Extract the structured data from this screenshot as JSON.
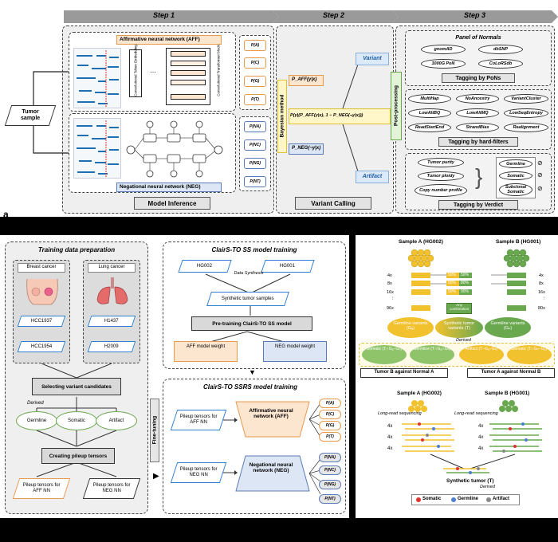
{
  "panel_a": {
    "label": "a",
    "step1": "Step 1",
    "step2": "Step 2",
    "step3": "Step 3",
    "tumor_sample": "Tumor sample",
    "aff_title": "Affirmative neural network (AFF)",
    "neg_title": "Negational neural network (NEG)",
    "model_inference": "Model Inference",
    "conv_embed": "Convolutional Token Embedding",
    "conv_block": "Convolutional Transformer block",
    "aff_outputs": [
      "P(A)",
      "P(C)",
      "P(G)",
      "P(T)"
    ],
    "neg_outputs": [
      "P(NA)",
      "P(NC)",
      "P(NG)",
      "P(NT)"
    ],
    "bayesian": "Bayesian method",
    "p_aff": "P_AFF(y|x)",
    "p_neg": "P_NEG(¬y|x)",
    "formula": "P(y|(P_AFF(y|x), 1 − P_NEG(¬y|x)))",
    "variant": "Variant",
    "artifact": "Artifact",
    "variant_calling": "Variant Calling",
    "panel_of_normals": "Panel of Normals",
    "pon_items": [
      "gnomAD",
      "dbSNP",
      "1000G PoN",
      "CoLoRSdb"
    ],
    "tagging_pons": "Tagging by PoNs",
    "post_processing": "Post-processing",
    "hard_filters": [
      "MultiHap",
      "NoAncestry",
      "VariantCluster",
      "LowAltBQ",
      "LowAltMQ",
      "LowSeqEntropy",
      "ReadStartEnd",
      "StrandBias",
      "Realignment"
    ],
    "tagging_hard": "Tagging by hard-filters",
    "verdict_inputs": [
      "Tumor purity",
      "Tumor ploidy",
      "Copy number profile"
    ],
    "verdict_outputs": [
      "Germline",
      "Somatic",
      "Subclonal Somatic"
    ],
    "tagging_verdict": "Tagging by Verdict"
  },
  "panel_b": {
    "training_title": "Training data preparation",
    "breast": "Breast cancer",
    "lung": "Lung cancer",
    "breast_lines": [
      "HCC1937",
      "HCC1954"
    ],
    "lung_lines": [
      "H1437",
      "H2009"
    ],
    "selecting": "Selecting variant candidates",
    "derived": "Derived",
    "classes": [
      "Germline",
      "Somatic",
      "Artifact"
    ],
    "creating": "Creating pileup tensors",
    "pileup_aff": "Pileup tensors for AFF NN",
    "pileup_neg": "Pileup tensors for NEG NN",
    "fine_tuning": "Fine-tuning",
    "ss_title": "ClairS-TO SS model training",
    "hg002": "HG002",
    "hg001": "HG001",
    "data_synthesis": "Data Synthesis",
    "synthetic": "Synthetic tumor samples",
    "pretraining": "Pre-training ClairS-TO SS model",
    "aff_weight": "AFF model weight",
    "neg_weight": "NEG model weight",
    "ssrs_title": "ClairS-TO SSRS model training",
    "pileup_aff2": "Pileup tensors for AFF NN",
    "pileup_neg2": "Pileup tensors for NEG NN",
    "aff_net": "Affirmative neural network (AFF)",
    "neg_net": "Negational neural network (NEG)",
    "aff_outputs": [
      "P(A)",
      "P(C)",
      "P(G)",
      "P(T)"
    ],
    "neg_outputs": [
      "P(NA)",
      "P(NC)",
      "P(NG)",
      "P(NT)"
    ]
  },
  "panel_c": {
    "sample_a": "Sample A (HG002)",
    "sample_b": "Sample B (HG001)",
    "depths_left": [
      "4x",
      "8x",
      "16x",
      "⋮",
      "96x"
    ],
    "depths_right": [
      "4x",
      "8x",
      "16x",
      "⋮",
      "80x"
    ],
    "pct_left": [
      "50%",
      "50%",
      "50%"
    ],
    "pct_right": [
      "50%",
      "80%",
      "90%"
    ],
    "any_combination": "Any combination",
    "germline_a": "Germline variants (Gₐ)",
    "synthetic_t": "Synthetic tumor variants (T)",
    "germline_b": "Germline variants (Gₙ)",
    "derived": "Derived",
    "somatic_1": "Somatic (T∩Gₐ−Gₙ)",
    "germline_1": "Germline (T∩Gₐ∩Gₙ)",
    "artifact_1": "Artifact (T−Gₐ−Gₙ)",
    "somatic_2": "Somatic (T∩Gₙ−Gₐ)",
    "tumor_b_against_a": "Tumor B against Normal A",
    "tumor_a_against_b": "Tumor A against Normal B",
    "long_read": "Long-read sequencing",
    "fourx": [
      "4x",
      "4x",
      "4x"
    ],
    "synthetic_tumor": "Synthetic tumor (T)",
    "legend": [
      "Somatic",
      "Germline",
      "Artifact"
    ]
  },
  "colors": {
    "orange": "#e79a4d",
    "blue": "#5b7bb8",
    "green": "#6aa84f",
    "yellow": "#f2c12e",
    "gray": "#d9d9d9"
  }
}
